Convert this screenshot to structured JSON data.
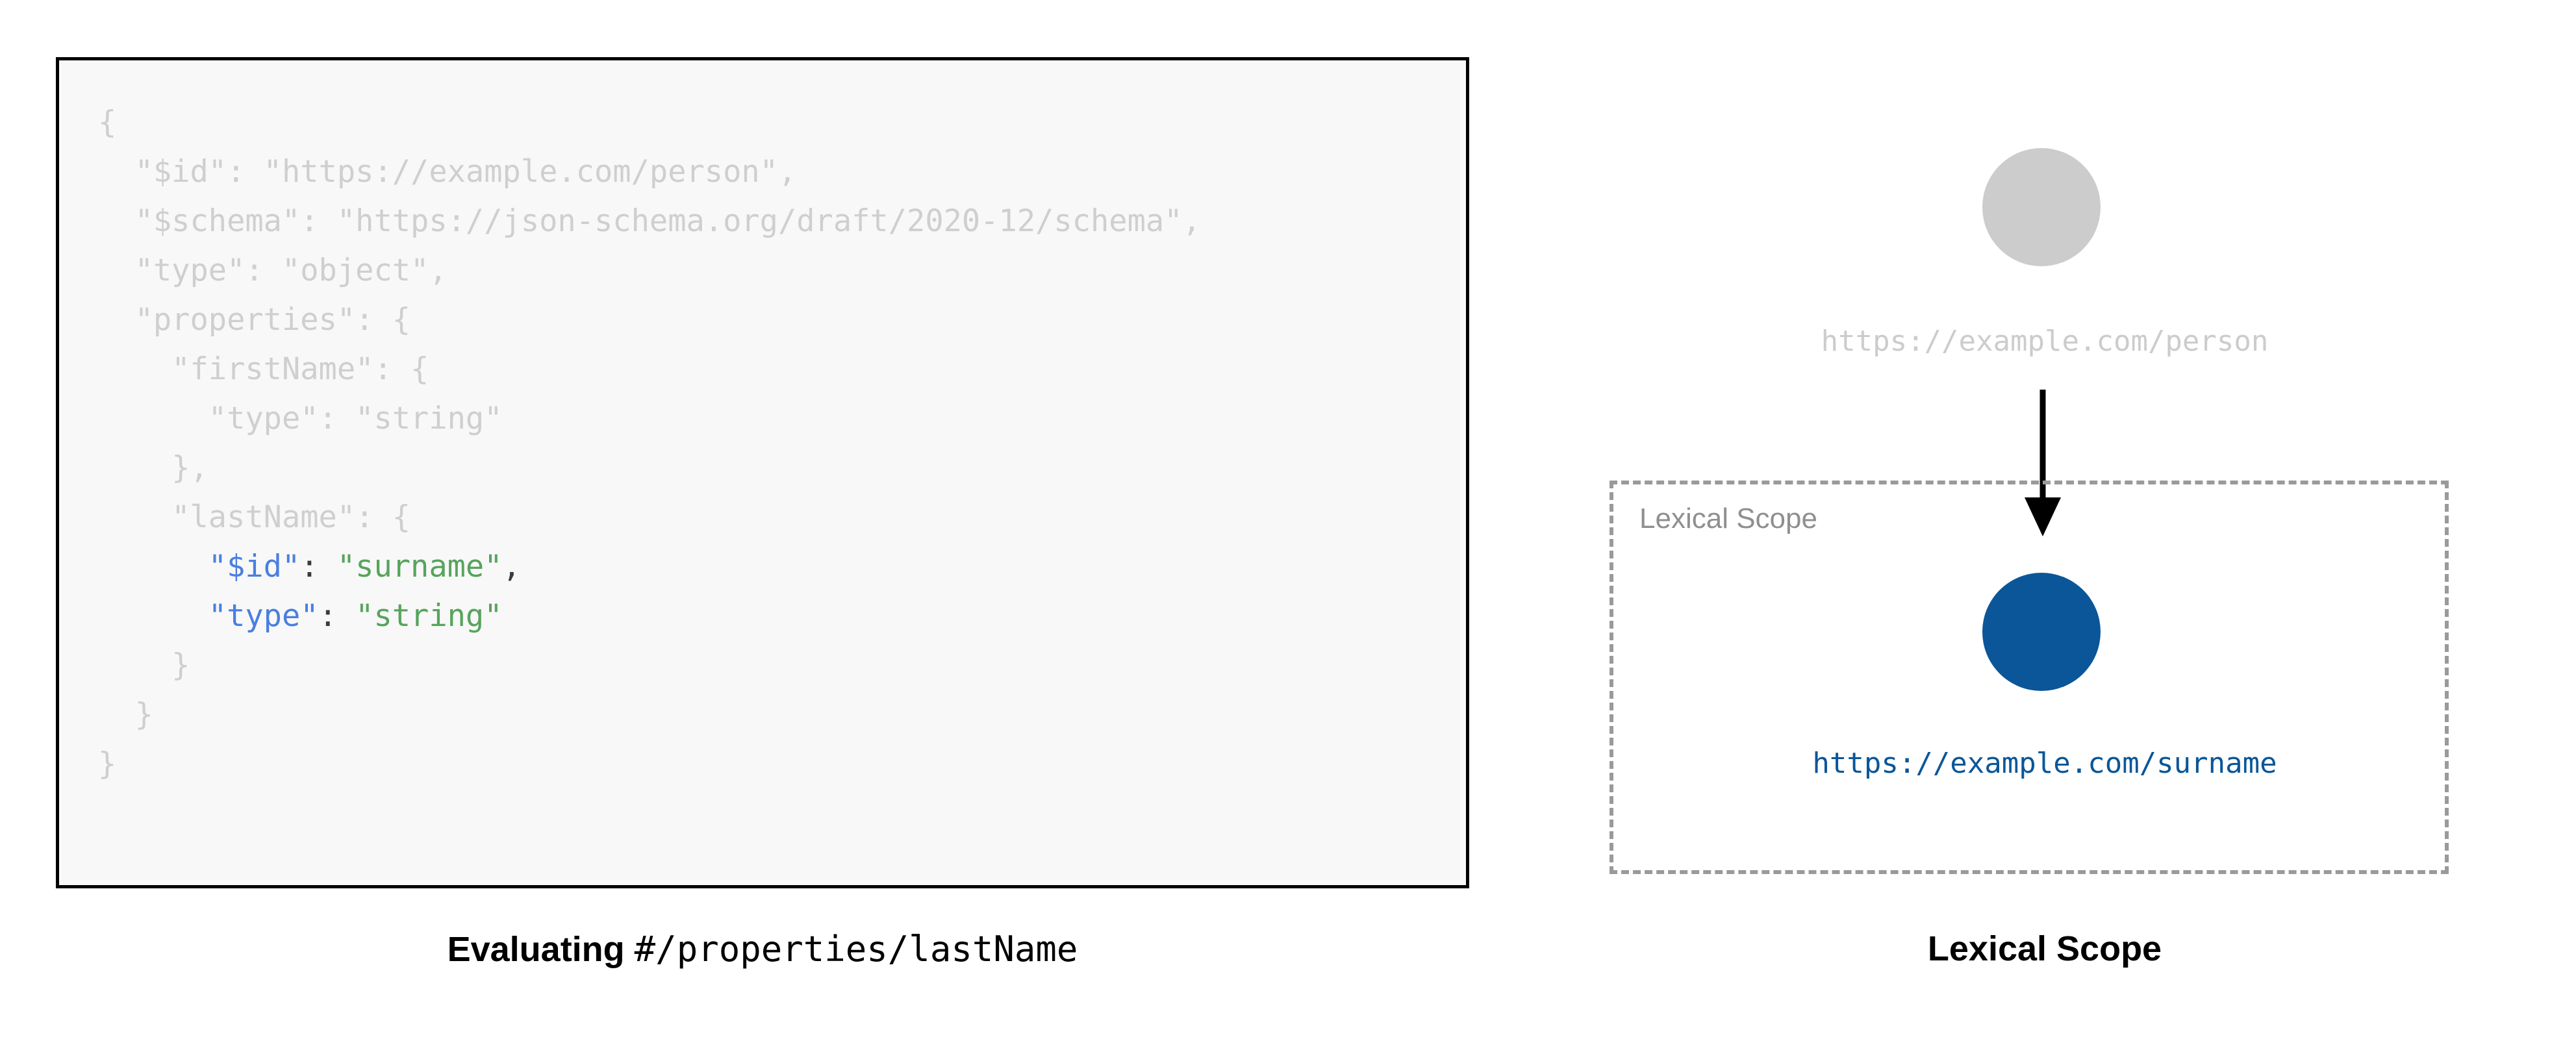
{
  "colors": {
    "dim_code": "#cfcfcf",
    "key_blue": "#4a7fe0",
    "string_green": "#57a45c",
    "node_inactive_gray": "#cccccc",
    "node_active_blue": "#0a5699",
    "scope_box_border_gray": "#9a9a9a",
    "code_block_background": "#f8f8f8",
    "code_block_border": "#000000",
    "arrow_black": "#000000"
  },
  "left": {
    "caption": {
      "bold_part": "Evaluating",
      "mono_part": "#/properties/lastName"
    },
    "code": {
      "language": "json",
      "lines": [
        {
          "indent": 0,
          "segments": [
            {
              "text": "{",
              "style": "dim"
            }
          ]
        },
        {
          "indent": 1,
          "segments": [
            {
              "text": "\"$id\": \"https://example.com/person\",",
              "style": "dim"
            }
          ]
        },
        {
          "indent": 1,
          "segments": [
            {
              "text": "\"$schema\": \"https://json-schema.org/draft/2020-12/schema\",",
              "style": "dim"
            }
          ]
        },
        {
          "indent": 1,
          "segments": [
            {
              "text": "\"type\": \"object\",",
              "style": "dim"
            }
          ]
        },
        {
          "indent": 1,
          "segments": [
            {
              "text": "\"properties\": {",
              "style": "dim"
            }
          ]
        },
        {
          "indent": 2,
          "segments": [
            {
              "text": "\"firstName\": {",
              "style": "dim"
            }
          ]
        },
        {
          "indent": 3,
          "segments": [
            {
              "text": "\"type\": \"string\"",
              "style": "dim"
            }
          ]
        },
        {
          "indent": 2,
          "segments": [
            {
              "text": "},",
              "style": "dim"
            }
          ]
        },
        {
          "indent": 2,
          "segments": [
            {
              "text": "\"lastName\": {",
              "style": "dim"
            }
          ]
        },
        {
          "indent": 3,
          "segments": [
            {
              "text": "\"$id\"",
              "style": "key"
            },
            {
              "text": ": ",
              "style": "punct"
            },
            {
              "text": "\"surname\"",
              "style": "str"
            },
            {
              "text": ",",
              "style": "punct"
            }
          ]
        },
        {
          "indent": 3,
          "segments": [
            {
              "text": "\"type\"",
              "style": "key"
            },
            {
              "text": ": ",
              "style": "punct"
            },
            {
              "text": "\"string\"",
              "style": "str"
            }
          ]
        },
        {
          "indent": 2,
          "segments": [
            {
              "text": "}",
              "style": "dim"
            }
          ]
        },
        {
          "indent": 1,
          "segments": [
            {
              "text": "}",
              "style": "dim"
            }
          ]
        },
        {
          "indent": 0,
          "segments": [
            {
              "text": "}",
              "style": "dim"
            }
          ]
        }
      ]
    }
  },
  "right": {
    "caption": "Lexical Scope",
    "scope_box_label": "Lexical Scope",
    "nodes": [
      {
        "id": "person",
        "label": "https://example.com/person",
        "state": "inactive"
      },
      {
        "id": "surname",
        "label": "https://example.com/surname",
        "state": "active"
      }
    ],
    "edge": {
      "from": "person",
      "to": "surname",
      "direction": "down",
      "marker": "arrowhead"
    }
  }
}
